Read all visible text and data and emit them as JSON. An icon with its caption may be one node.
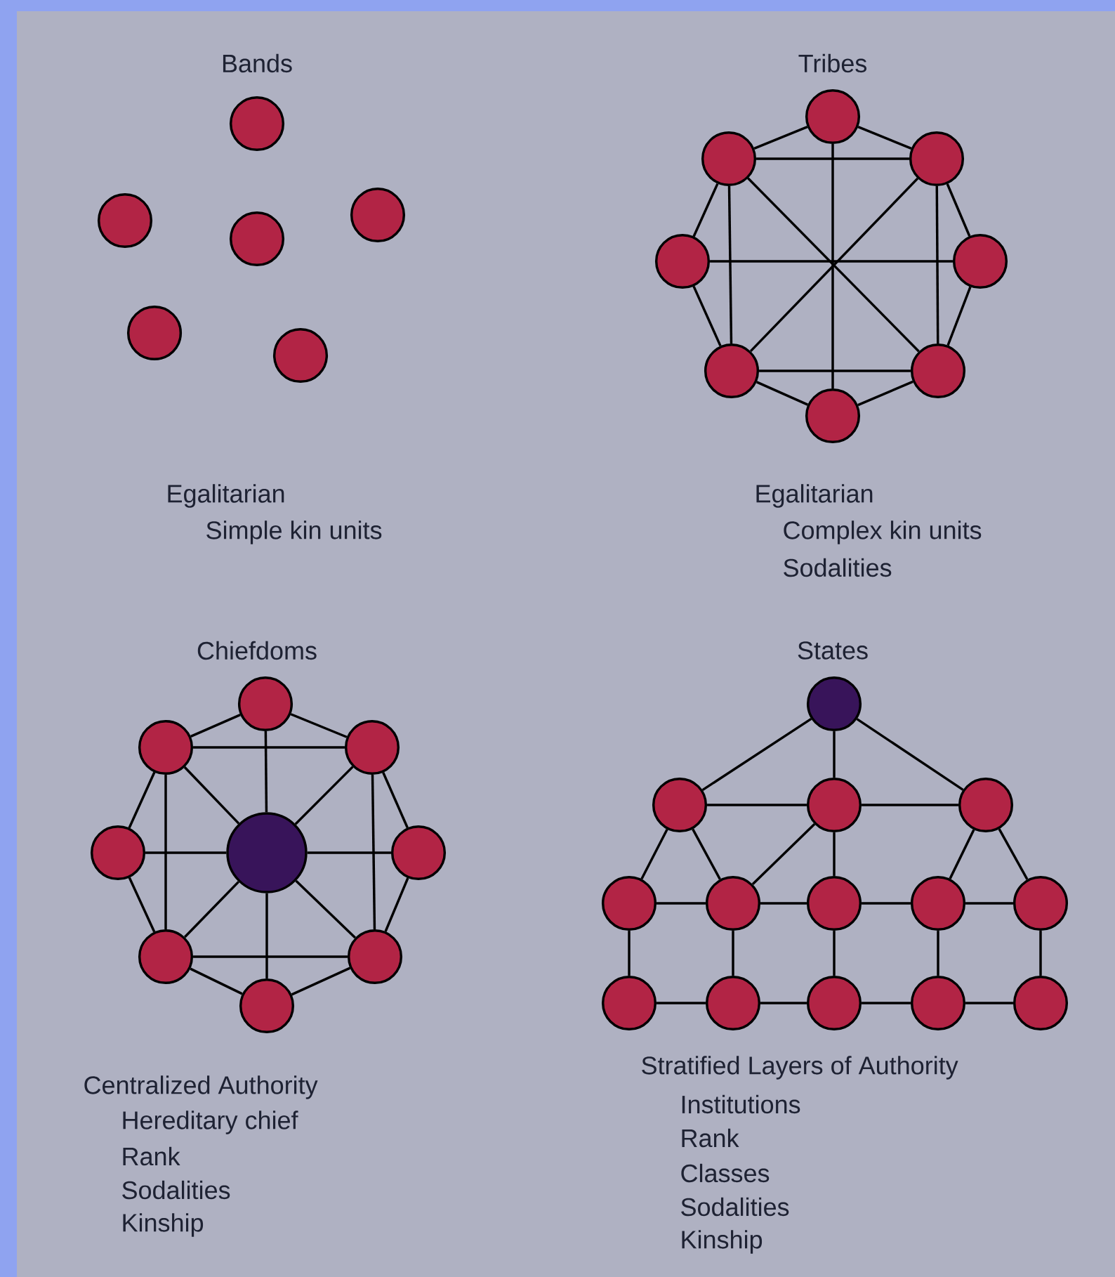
{
  "diagram": {
    "nodes": [
      {
        "text": [],
        "shape": "circle"
      },
      {
        "text": [],
        "shape": "circle"
      },
      {
        "text": [],
        "shape": "circle"
      },
      {
        "text": [],
        "shape": "circle"
      },
      {
        "text": [],
        "shape": "circle"
      },
      {
        "text": [],
        "shape": "circle"
      },
      {
        "text": [],
        "shape": "circle"
      },
      {
        "text": [],
        "shape": "circle"
      },
      {
        "text": [],
        "shape": "circle"
      },
      {
        "text": [],
        "shape": "circle"
      },
      {
        "text": [],
        "shape": "circle"
      },
      {
        "text": [],
        "shape": "circle"
      },
      {
        "text": [],
        "shape": "circle"
      },
      {
        "text": [],
        "shape": "circle"
      },
      {
        "text": [],
        "shape": "circle"
      },
      {
        "text": [],
        "shape": "circle"
      },
      {
        "text": [],
        "shape": "circle"
      },
      {
        "text": [],
        "shape": "circle"
      },
      {
        "text": [],
        "shape": "circle"
      },
      {
        "text": [],
        "shape": "circle"
      },
      {
        "text": [],
        "shape": "circle"
      },
      {
        "text": [],
        "shape": "circle"
      },
      {
        "text": [],
        "shape": "circle"
      },
      {
        "text": [],
        "shape": "circle"
      },
      {
        "text": [],
        "shape": "circle"
      },
      {
        "text": [],
        "shape": "circle"
      },
      {
        "text": [],
        "shape": "circle"
      },
      {
        "text": [],
        "shape": "circle"
      },
      {
        "text": [],
        "shape": "circle"
      },
      {
        "text": [],
        "shape": "circle"
      },
      {
        "text": [],
        "shape": "circle"
      },
      {
        "text": [],
        "shape": "circle"
      },
      {
        "text": [],
        "shape": "circle"
      },
      {
        "text": [],
        "shape": "circle"
      },
      {
        "text": [],
        "shape": "circle"
      },
      {
        "text": [],
        "shape": "circle"
      },
      {
        "text": [],
        "shape": "circle"
      }
    ],
    "edges": [
      {
        "from": 6,
        "to": 7,
        "arrow": "none"
      },
      {
        "from": 6,
        "to": 8,
        "arrow": "none"
      },
      {
        "from": 7,
        "to": 9,
        "arrow": "none"
      },
      {
        "from": 8,
        "to": 10,
        "arrow": "none"
      },
      {
        "from": 9,
        "to": 11,
        "arrow": "none"
      },
      {
        "from": 10,
        "to": 12,
        "arrow": "none"
      },
      {
        "from": 11,
        "to": 13,
        "arrow": "none"
      },
      {
        "from": 12,
        "to": 13,
        "arrow": "none"
      },
      {
        "from": 7,
        "to": 8,
        "arrow": "none"
      },
      {
        "from": 7,
        "to": 11,
        "arrow": "none"
      },
      {
        "from": 8,
        "to": 12,
        "arrow": "none"
      },
      {
        "from": 11,
        "to": 12,
        "arrow": "none"
      },
      {
        "from": 6,
        "to": 13,
        "arrow": "none"
      },
      {
        "from": 9,
        "to": 10,
        "arrow": "none"
      },
      {
        "from": 7,
        "to": 12,
        "arrow": "none"
      },
      {
        "from": 8,
        "to": 11,
        "arrow": "none"
      },
      {
        "from": 14,
        "to": 15,
        "arrow": "none"
      },
      {
        "from": 14,
        "to": 16,
        "arrow": "none"
      },
      {
        "from": 15,
        "to": 17,
        "arrow": "none"
      },
      {
        "from": 16,
        "to": 19,
        "arrow": "none"
      },
      {
        "from": 17,
        "to": 20,
        "arrow": "none"
      },
      {
        "from": 19,
        "to": 21,
        "arrow": "none"
      },
      {
        "from": 20,
        "to": 22,
        "arrow": "none"
      },
      {
        "from": 21,
        "to": 22,
        "arrow": "none"
      },
      {
        "from": 15,
        "to": 16,
        "arrow": "none"
      },
      {
        "from": 15,
        "to": 20,
        "arrow": "none"
      },
      {
        "from": 16,
        "to": 21,
        "arrow": "none"
      },
      {
        "from": 20,
        "to": 21,
        "arrow": "none"
      },
      {
        "from": 18,
        "to": 14,
        "arrow": "none"
      },
      {
        "from": 18,
        "to": 15,
        "arrow": "none"
      },
      {
        "from": 18,
        "to": 16,
        "arrow": "none"
      },
      {
        "from": 18,
        "to": 17,
        "arrow": "none"
      },
      {
        "from": 18,
        "to": 19,
        "arrow": "none"
      },
      {
        "from": 18,
        "to": 20,
        "arrow": "none"
      },
      {
        "from": 18,
        "to": 21,
        "arrow": "none"
      },
      {
        "from": 18,
        "to": 22,
        "arrow": "none"
      },
      {
        "from": 23,
        "to": 24,
        "arrow": "none"
      },
      {
        "from": 23,
        "to": 25,
        "arrow": "none"
      },
      {
        "from": 23,
        "to": 26,
        "arrow": "none"
      },
      {
        "from": 24,
        "to": 25,
        "arrow": "none"
      },
      {
        "from": 25,
        "to": 26,
        "arrow": "none"
      },
      {
        "from": 24,
        "to": 27,
        "arrow": "none"
      },
      {
        "from": 24,
        "to": 28,
        "arrow": "none"
      },
      {
        "from": 25,
        "to": 28,
        "arrow": "none"
      },
      {
        "from": 25,
        "to": 29,
        "arrow": "none"
      },
      {
        "from": 26,
        "to": 30,
        "arrow": "none"
      },
      {
        "from": 26,
        "to": 31,
        "arrow": "none"
      },
      {
        "from": 27,
        "to": 28,
        "arrow": "none"
      },
      {
        "from": 28,
        "to": 29,
        "arrow": "none"
      },
      {
        "from": 29,
        "to": 30,
        "arrow": "none"
      },
      {
        "from": 30,
        "to": 31,
        "arrow": "none"
      },
      {
        "from": 27,
        "to": 32,
        "arrow": "none"
      },
      {
        "from": 28,
        "to": 33,
        "arrow": "none"
      },
      {
        "from": 29,
        "to": 34,
        "arrow": "none"
      },
      {
        "from": 30,
        "to": 35,
        "arrow": "none"
      },
      {
        "from": 31,
        "to": 36,
        "arrow": "none"
      },
      {
        "from": 32,
        "to": 33,
        "arrow": "none"
      },
      {
        "from": 33,
        "to": 34,
        "arrow": "none"
      },
      {
        "from": 34,
        "to": 35,
        "arrow": "none"
      },
      {
        "from": 35,
        "to": 36,
        "arrow": "none"
      }
    ],
    "labels": [
      "Bands",
      "Egalitarian",
      "Simple kin units",
      "Tribes",
      "Egalitarian",
      "Complex kin units",
      "Sodalities",
      "Chiefdoms",
      "Centralized Authority",
      "Hereditary chief",
      "Rank",
      "Sodalities",
      "Kinship",
      "States",
      "Stratified Layers of Authority",
      "Institutions",
      "Rank",
      "Classes",
      "Sodalities",
      "Kinship"
    ]
  }
}
